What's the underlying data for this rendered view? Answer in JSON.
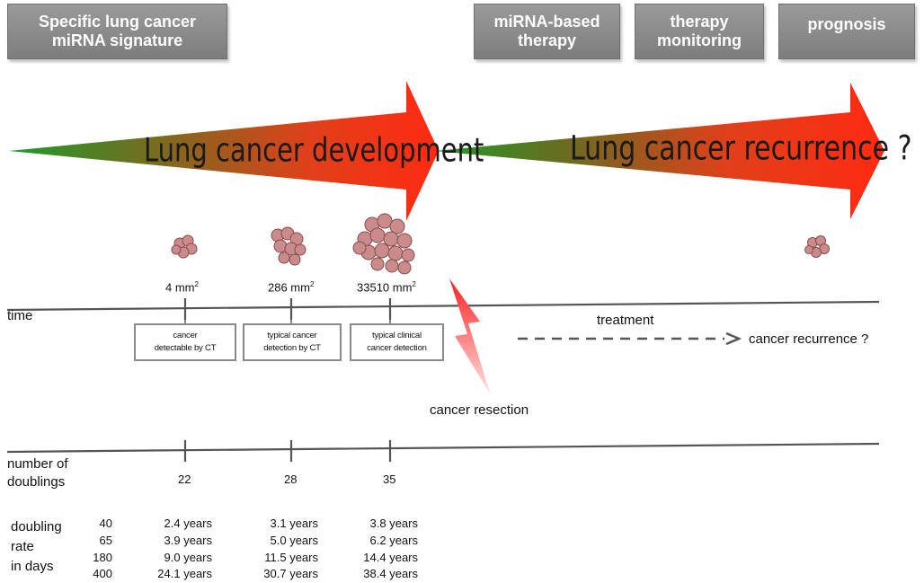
{
  "header_boxes": [
    {
      "label": "Specific lung cancer\nmiRNA signature"
    },
    {
      "label": "miRNA-based\ntherapy"
    },
    {
      "label": "therapy\nmonitoring"
    },
    {
      "label": "prognosis"
    }
  ],
  "arrows": {
    "development_label": "Lung cancer development",
    "recurrence_label": "Lung cancer recurrence ?"
  },
  "timeline": {
    "time_label": "time",
    "sizes": [
      {
        "value": "4 mm",
        "exp": "2"
      },
      {
        "value": "286 mm",
        "exp": "2"
      },
      {
        "value": "33510 mm",
        "exp": "2"
      }
    ],
    "detection_boxes": [
      {
        "label": "cancer\ndetectable by CT"
      },
      {
        "label": "typical cancer\ndetection by CT"
      },
      {
        "label": "typical clinical\ncancer detection"
      }
    ],
    "treatment_label": "treatment",
    "recurrence_label": "cancer recurrence ?",
    "resection_label": "cancer resection"
  },
  "doublings": {
    "label_line1": "number of",
    "label_line2": "doublings",
    "values": [
      "22",
      "28",
      "35"
    ]
  },
  "doubling_rate": {
    "label_line1": "doubling",
    "label_line2": "rate",
    "label_line3": "in days",
    "rows": [
      {
        "rate": "40",
        "years": [
          "2.4 years",
          "3.1 years",
          "3.8 years"
        ]
      },
      {
        "rate": "65",
        "years": [
          "3.9 years",
          "5.0 years",
          "6.2 years"
        ]
      },
      {
        "rate": "180",
        "years": [
          "9.0 years",
          "11.5 years",
          "14.4 years"
        ]
      },
      {
        "rate": "400",
        "years": [
          "24.1 years",
          "30.7 years",
          "38.4 years"
        ]
      }
    ]
  },
  "colors": {
    "arrow_start": "#1e9a2a",
    "arrow_mid": "#c8501c",
    "arrow_end": "#ff2a12",
    "box_fill": "#8c8c8c",
    "line": "#555555"
  }
}
